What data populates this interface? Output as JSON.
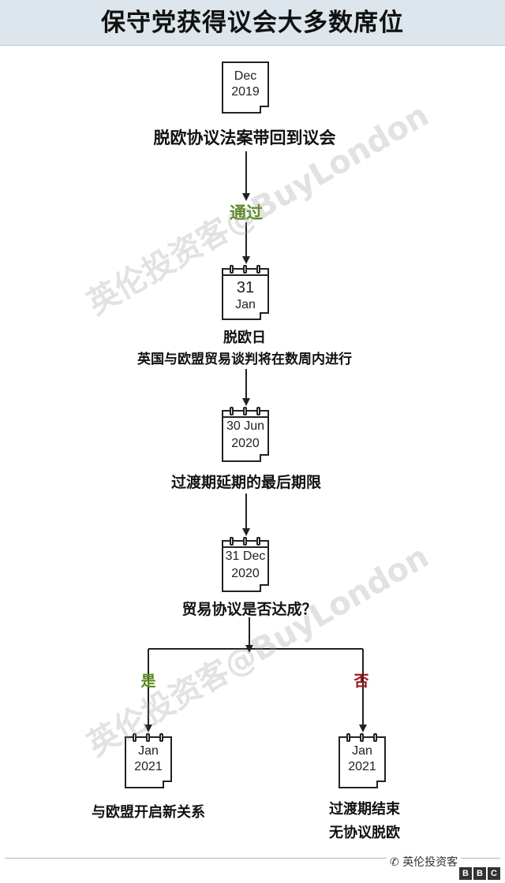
{
  "title": "保守党获得议会大多数席位",
  "steps": [
    {
      "cal_line1": "Dec",
      "cal_line2": "2019",
      "label": "脱欧协议法案带回到议会"
    },
    {
      "cal_line1": "31",
      "cal_line2": "Jan",
      "label": "脱欧日",
      "sublabel": "英国与欧盟贸易谈判将在数周内进行"
    },
    {
      "cal_line1": "30 Jun",
      "cal_line2": "2020",
      "label": "过渡期延期的最后期限"
    },
    {
      "cal_line1": "31 Dec",
      "cal_line2": "2020",
      "label": "贸易协议是否达成？"
    }
  ],
  "pass_label": "通过",
  "branches": {
    "yes": {
      "label": "是",
      "cal_line1": "Jan",
      "cal_line2": "2021",
      "outcome": "与欧盟开启新关系"
    },
    "no": {
      "label": "否",
      "cal_line1": "Jan",
      "cal_line2": "2021",
      "outcome_line1": "过渡期结束",
      "outcome_line2": "无协议脱欧"
    }
  },
  "watermark": "英伦投资客@BuyLondon",
  "wechat_label": "英伦投资客",
  "bbc_letters": [
    "B",
    "B",
    "C"
  ],
  "colors": {
    "header_bg": "#dce6ec",
    "yes_green": "#5a8a1e",
    "no_red": "#a0131c",
    "line": "#222222"
  }
}
